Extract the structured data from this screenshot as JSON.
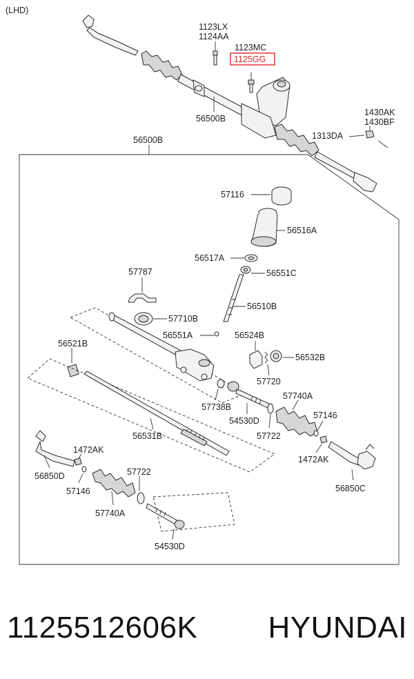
{
  "header": {
    "drive_side": "(LHD)"
  },
  "callouts": {
    "c1123LX": "1123LX",
    "c1124AA": "1124AA",
    "c1123MC": "1123MC",
    "c1125GG": "1125GG",
    "c56500B_top": "56500B",
    "c56500B_box": "56500B",
    "c1430AK": "1430AK",
    "c1430BF": "1430BF",
    "c1313DA": "1313DA",
    "c57116": "57116",
    "c56516A": "56516A",
    "c56517A": "56517A",
    "c56551C": "56551C",
    "c57787": "57787",
    "c56510B": "56510B",
    "c57710B": "57710B",
    "c56551A": "56551A",
    "c56524B": "56524B",
    "c56521B": "56521B",
    "c56532B": "56532B",
    "c57720": "57720",
    "c57738B": "57738B",
    "c57740A_r": "57740A",
    "c54530D_r": "54530D",
    "c57146_r": "57146",
    "c57722_r": "57722",
    "c56531B": "56531B",
    "c1472AK_l": "1472AK",
    "c1472AK_r": "1472AK",
    "c56850D": "56850D",
    "c57146_l": "57146",
    "c57722_l": "57722",
    "c57740A_l": "57740A",
    "c56850C": "56850C",
    "c54530D_l": "54530D"
  },
  "colors": {
    "highlight": "#d9262b",
    "line": "#333333"
  },
  "footer": {
    "part_number": "1125512606K",
    "brand": "HYUNDAI"
  }
}
